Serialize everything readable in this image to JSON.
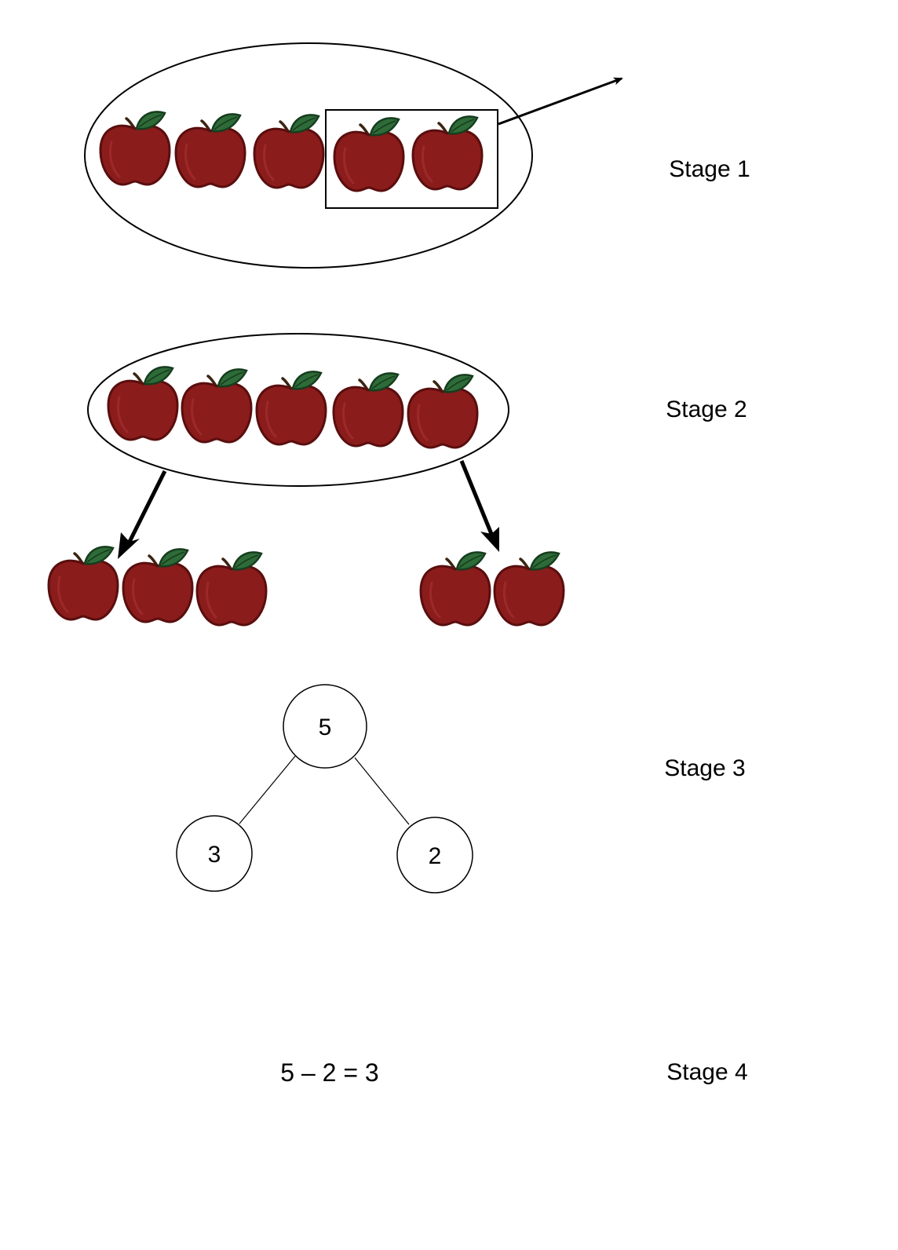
{
  "stages": [
    {
      "label": "Stage 1",
      "total": 5,
      "boxed": 2
    },
    {
      "label": "Stage 2",
      "total": 5,
      "left_group": 3,
      "right_group": 2
    },
    {
      "label": "Stage 3",
      "top": "5",
      "left": "3",
      "right": "2"
    },
    {
      "label": "Stage 4",
      "equation": "5 – 2 = 3"
    }
  ],
  "colors": {
    "apple": "#8b1c1c",
    "apple_outline": "#5a0e0e",
    "leaf": "#2e6b38",
    "leaf_outline": "#163d1e",
    "stem": "#3b2412",
    "line": "#000000"
  },
  "icons": {
    "apple": "apple-icon",
    "arrow": "arrow-icon"
  }
}
